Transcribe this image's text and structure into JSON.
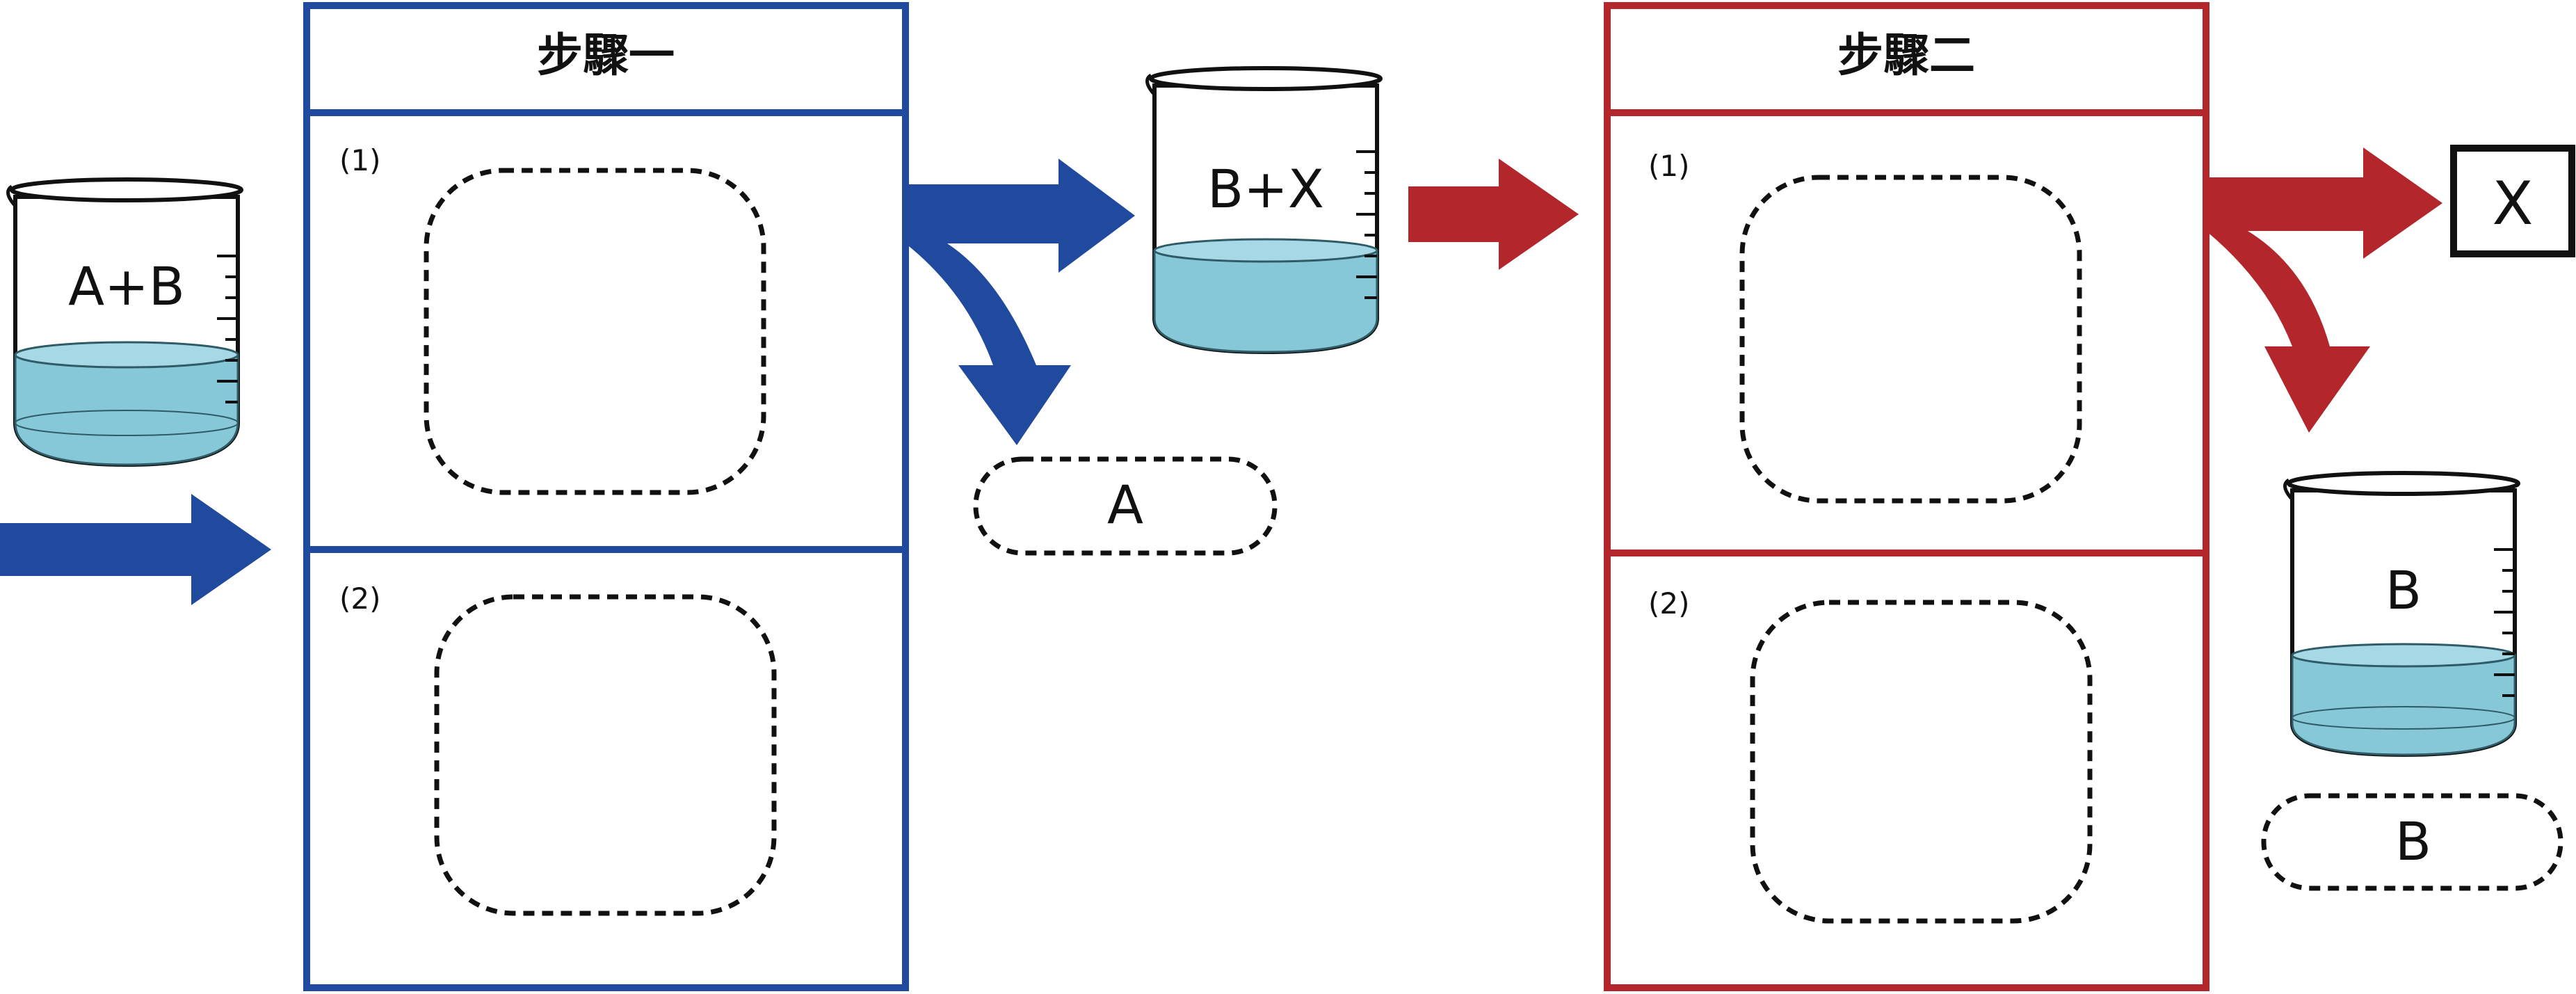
{
  "step1": {
    "title": "步驟一",
    "slot1_label": "(1)",
    "slot2_label": "(2)",
    "color": "#1f4a9e"
  },
  "step2": {
    "title": "步驟二",
    "slot1_label": "(1)",
    "slot2_label": "(2)",
    "color": "#b3262b"
  },
  "beakers": {
    "start": "A+B",
    "middle": "B+X",
    "end": "B"
  },
  "outputs": {
    "step1_residue": "A",
    "step2_product": "X",
    "final_pill": "B"
  },
  "colors": {
    "water": "#86c7d8",
    "blue_arrow": "#1f4a9e",
    "red_arrow": "#b3262b"
  }
}
